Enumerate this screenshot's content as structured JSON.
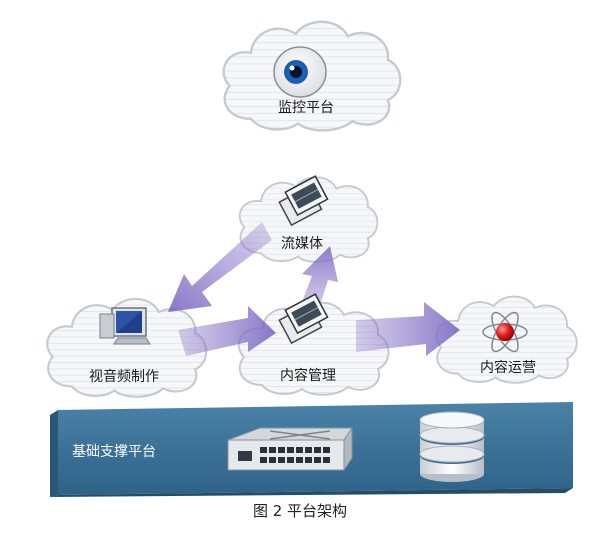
{
  "nodes": {
    "monitor": {
      "label": "监控平台",
      "icon": "eye-icon"
    },
    "streaming": {
      "label": "流媒体",
      "icon": "film-frames-icon"
    },
    "production": {
      "label": "视音频制作",
      "icon": "computer-monitor-icon"
    },
    "content_mgmt": {
      "label": "内容管理",
      "icon": "film-frames-icon"
    },
    "operation": {
      "label": "内容运营",
      "icon": "atom-icon"
    }
  },
  "platform": {
    "label": "基础支撑平台",
    "icons": [
      "network-switch-icon",
      "database-icon"
    ],
    "color": "#3c7196"
  },
  "caption": "图 2   平台架构",
  "colors": {
    "arrow": "#8a78c8",
    "cloud_stroke": "#c3cad1",
    "cloud_fill": "#f4f6f8",
    "eye_iris": "#1b5fb4"
  }
}
